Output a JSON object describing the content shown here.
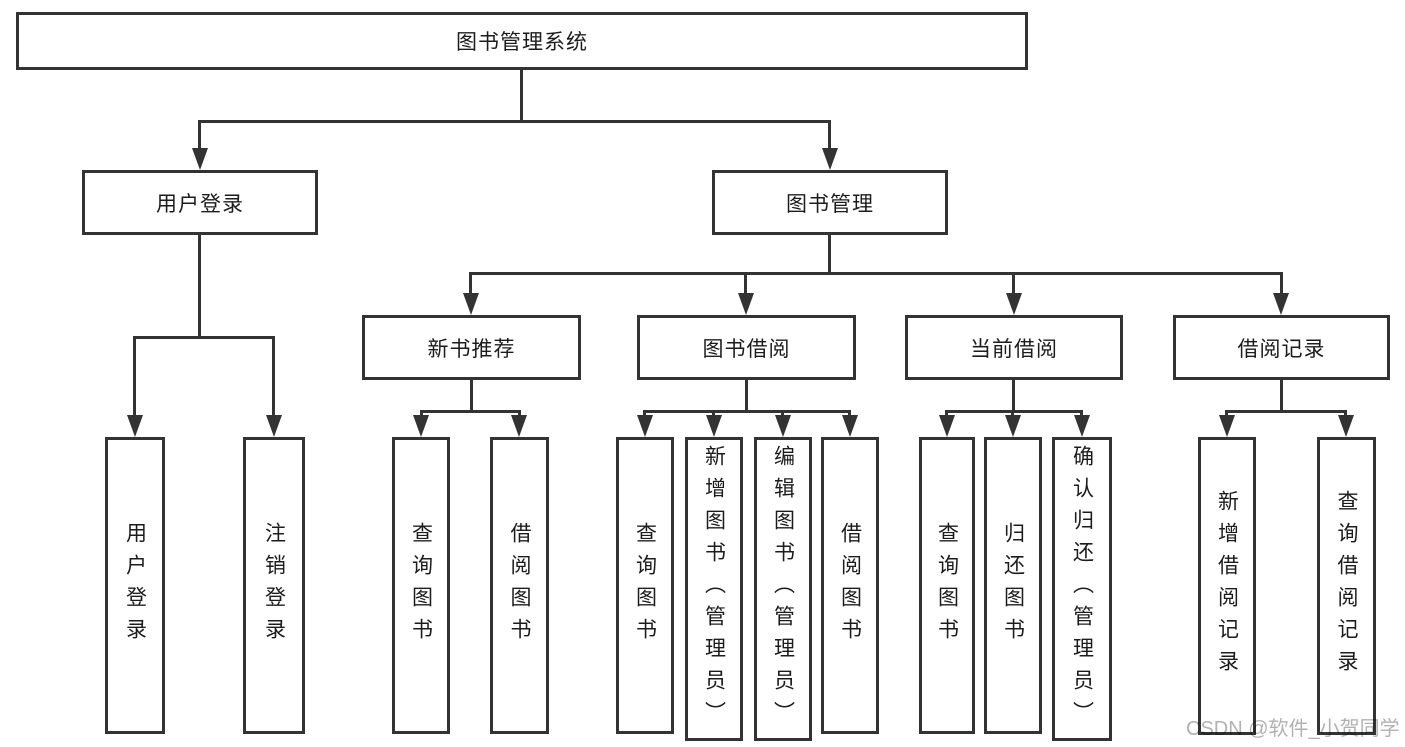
{
  "diagram": {
    "root": {
      "label": "图书管理系统"
    },
    "level2": {
      "user_login": {
        "label": "用户登录"
      },
      "book_management": {
        "label": "图书管理"
      }
    },
    "level3": {
      "new_book_recommend": {
        "label": "新书推荐"
      },
      "book_borrowing": {
        "label": "图书借阅"
      },
      "current_borrowing": {
        "label": "当前借阅"
      },
      "borrowing_records": {
        "label": "借阅记录"
      }
    },
    "leaves": {
      "user_login": {
        "label": "用户登录"
      },
      "logout": {
        "label": "注销登录"
      },
      "nbr_query_books": {
        "label": "查询图书"
      },
      "nbr_borrow_books": {
        "label": "借阅图书"
      },
      "bb_query_books": {
        "label": "查询图书"
      },
      "bb_add_books": {
        "label": "新增图书（管理员）"
      },
      "bb_edit_books": {
        "label": "编辑图书（管理员）"
      },
      "bb_borrow_books": {
        "label": "借阅图书"
      },
      "cb_query_books": {
        "label": "查询图书"
      },
      "cb_return_books": {
        "label": "归还图书"
      },
      "cb_confirm_return": {
        "label": "确认归还（管理员）"
      },
      "br_add_record": {
        "label": "新增借阅记录"
      },
      "br_query_record": {
        "label": "查询借阅记录"
      }
    },
    "watermark": {
      "text": "CSDN @软件_小贺同学"
    },
    "colors": {
      "line": "#333333",
      "border": "#333333",
      "text": "#1c1c1c",
      "watermark": "#b2b2b2",
      "bg": "#ffffff"
    }
  }
}
